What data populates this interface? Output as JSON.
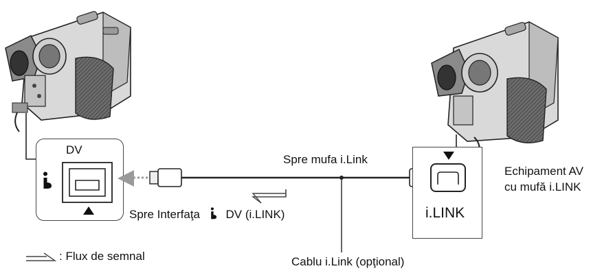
{
  "left_panel": {
    "dv_label": "DV"
  },
  "right_panel": {
    "port_label": "i.LINK"
  },
  "labels": {
    "to_ilink_jack": "Spre mufa i.Link",
    "to_dv_interface_prefix": "Spre Interfaţa",
    "to_dv_interface_suffix": "DV (i.LINK)",
    "av_equipment_line1": "Echipament AV",
    "av_equipment_line2": "cu mufă i.LINK",
    "ilink_cable": "Cablu i.Link (opţional)"
  },
  "legend": {
    "signal_flow": ": Flux de semnal"
  },
  "icons": [
    "ilink-icon",
    "dv-port-icon",
    "ilink-port-icon",
    "up-triangle-icon",
    "down-triangle-icon",
    "signal-flow-arrow"
  ]
}
